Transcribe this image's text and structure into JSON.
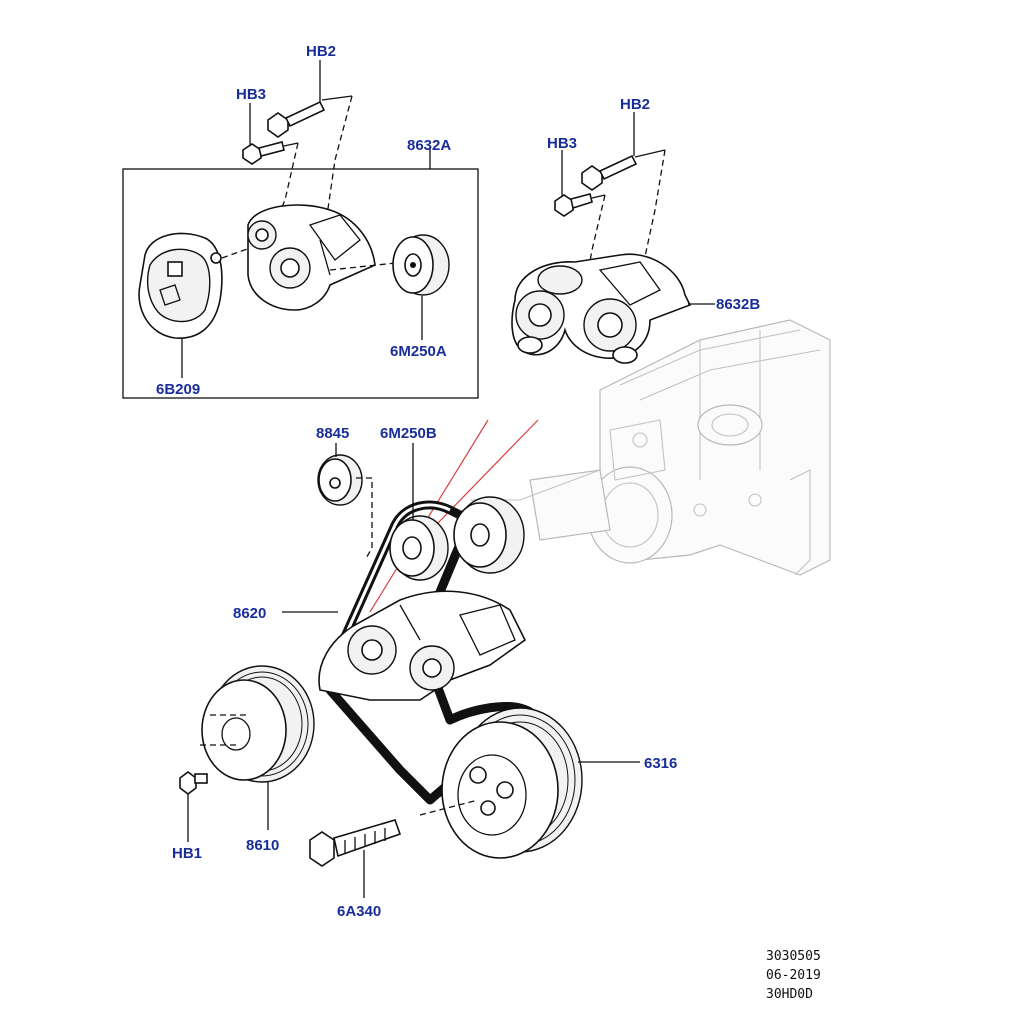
{
  "diagram": {
    "labels": {
      "hb2_a": "HB2",
      "hb3_a": "HB3",
      "tensioner_a": "8632A",
      "hb2_b": "HB2",
      "hb3_b": "HB3",
      "tensioner_b": "8632B",
      "tensioner_pulley": "6B209",
      "idler_a": "6M250A",
      "cap": "8845",
      "idler_b": "6M250B",
      "belt": "8620",
      "pulley_8610": "8610",
      "crank_pulley": "6316",
      "hb1": "HB1",
      "crank_bolt": "6A340"
    },
    "reference": {
      "number": "3030505",
      "date": "06-2019",
      "code": "30HD0D"
    }
  }
}
